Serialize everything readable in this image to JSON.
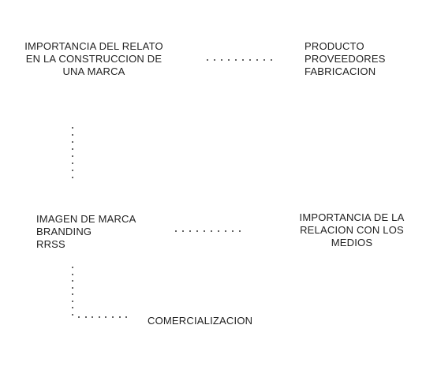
{
  "nodes": {
    "relato": {
      "lines": [
        "IMPORTANCIA DEL RELATO",
        "EN LA CONSTRUCCION DE",
        "UNA MARCA"
      ]
    },
    "producto": {
      "lines": [
        "PRODUCTO",
        "PROVEEDORES",
        "FABRICACION"
      ]
    },
    "imagen": {
      "lines": [
        "IMAGEN DE MARCA",
        "BRANDING",
        "RRSS"
      ]
    },
    "medios": {
      "lines": [
        "IMPORTANCIA DE LA",
        "RELACION CON LOS",
        "MEDIOS"
      ]
    },
    "comercial": {
      "lines": [
        "COMERCIALIZACION"
      ]
    }
  },
  "colors": {
    "text": "#222222",
    "connector": "#333333",
    "background": "#ffffff"
  }
}
